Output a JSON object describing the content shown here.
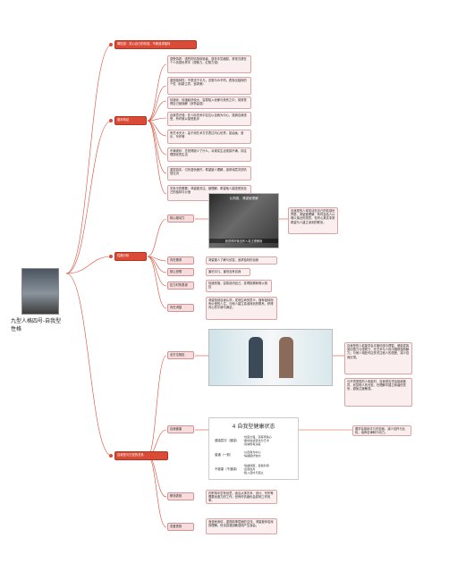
{
  "root": {
    "label": "九型人格四号-自我型性格"
  },
  "branches": [
    {
      "id": "b1",
      "label": "尊性型：关心自己的情感，不断追求独特"
    },
    {
      "id": "b2",
      "label": "基本特征"
    },
    {
      "id": "b3",
      "label": "性格分析"
    },
    {
      "id": "b4",
      "label": "自我型与它型的关系"
    }
  ],
  "features": [
    "感受特质：强烈的情感体验者，感情丰富细腻，常常沉浸在个人情感世界中（想像力，幻想力强）",
    "重视独特性：不愿流于平凡，总想与众不同，表现出独特的个性（标新立异，追求美）",
    "情绪化：情绪起伏较大，容易陷入忧郁与悲伤之中，常常觉得自己被误解（多愁善感）",
    "自我意识强：在人际关系中往往以自我为中心，强调自身感受，有时难以接受批评",
    "有艺术天分：善于用艺术方式表达内心世界，如绘画、音乐、写作等",
    "不满现状：总觉得缺少了什么，对现实生活常感不满，向往理想化的生活",
    "重视真实：讨厌虚伪做作，希望被人理解，追求深层次的情感交流",
    "关系中的需要：渴望被关注、被理解，希望他人能感受到自己的独特与价值"
  ],
  "analysis": {
    "image_caption": "认同感，渴望被理解",
    "image_subcaption": "我觉得好像没有人真正理解我",
    "image_note": "自我型的人常常活在自己的情感世界里，渴望被理解，有时会给人以难以接近的感觉，但内心其实非常希望与人建立深刻的联系。",
    "items": [
      {
        "label": "核心驱动力",
        "text": ""
      },
      {
        "label": "内在需求",
        "text": "渴望被人了解与欣赏，追求独特的自我"
      },
      {
        "label": "核心恐惧",
        "text": "害怕平凡，害怕没有自我"
      },
      {
        "label": "压力时的表现",
        "text": "情绪低落，容易封闭自己，变得挑剔和难以相处"
      },
      {
        "label": "内在渴望",
        "text": "渴望找到自我认同，发现生命的意义，拥有独特而有价值的人生，与他人建立真诚深刻的联系，获得内心的平静与满足。"
      }
    ]
  },
  "relations": {
    "ideal_label": "全方位相处",
    "ideal_note": "自我型的人若能学会平衡情感与理智，便能发挥其创造力与感受力，在艺术与人际中展现独特魅力；与他人相处时应多关注他人的感受，减少自我沉溺。",
    "ideal_note2": "与不同类型的人相处时，自我型应学会接纳差异，欣赏他人的长处，在理解中建立和谐的关系，避免过度敏感。",
    "health_label": "自我健康",
    "health_title": "4 自我型健康状态",
    "health_levels": [
      {
        "level": "健康层次（健康）",
        "text": "·创造力强，富有同情心\n·能将情感转化为艺术\n·真诚而有深度"
      },
      {
        "level": "普通（一般）",
        "text": "·以自我为中心\n·情绪起伏较大"
      },
      {
        "level": "不健康（不健康）",
        "text": "·情绪抑郁，自我封闭\n·自暴自弃\n·陷入自怜与孤立"
      }
    ],
    "health_note": "要学会接纳平凡的自我，减少自怜与比较，培养自律和行动力。",
    "work_label": "职场表现",
    "work_text": "在职场中富有创意，适合从事艺术、设计、写作等需要创造力的工作，但有时情绪化会影响工作效率。",
    "love_label": "恋爱表现",
    "love_text": "浪漫而深情，重视精神层面的交流，渴望被伴侣深刻理解，但也容易因敏感而产生误会。"
  }
}
